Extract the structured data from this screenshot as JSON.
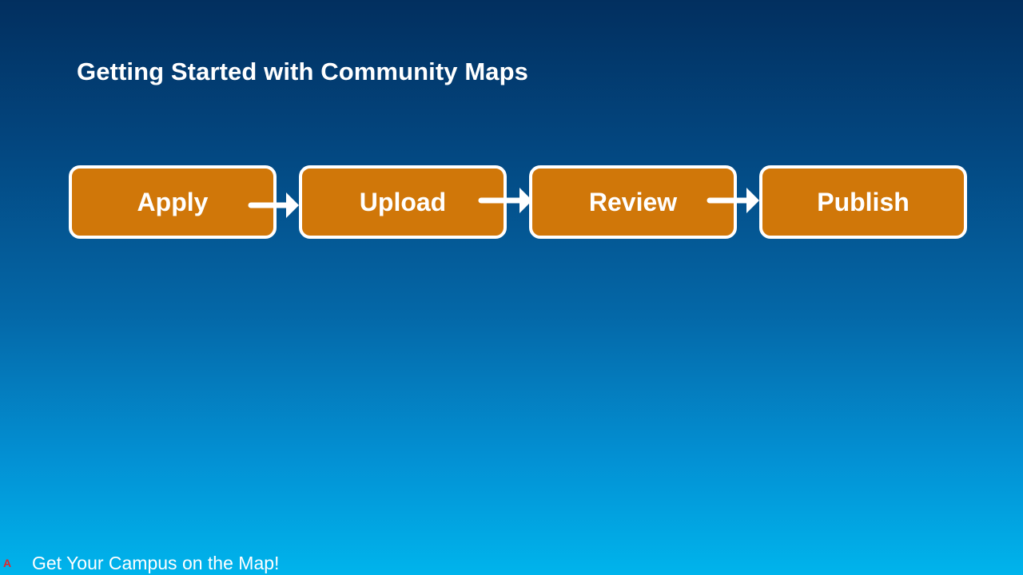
{
  "title": "Getting Started with Community Maps",
  "steps": [
    {
      "label": "Apply"
    },
    {
      "label": "Upload"
    },
    {
      "label": "Review"
    },
    {
      "label": "Publish"
    }
  ],
  "footer": {
    "mark": "A",
    "text": "Get Your Campus on the Map!"
  },
  "colors": {
    "box_fill": "#d07709",
    "box_border": "#ffffff",
    "background_top": "#022f5f",
    "background_bottom": "#00b4ec",
    "mark": "#e0262c"
  }
}
